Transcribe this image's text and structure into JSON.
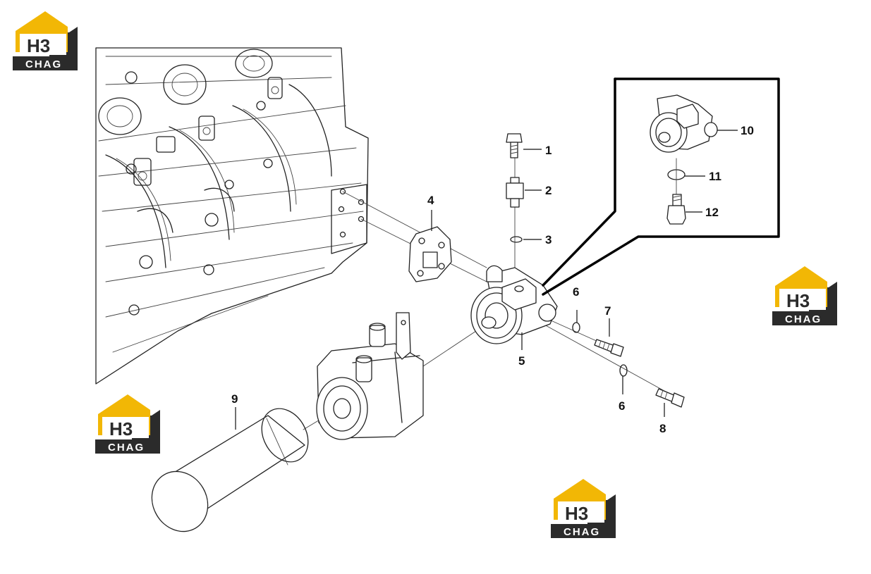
{
  "watermark": {
    "brand_main": "H3",
    "brand_sub": "CHAG",
    "colors": {
      "roof": "#f2b705",
      "frame": "#2b2b2b",
      "text_dark": "#2b2b2b",
      "text_light": "#ffffff"
    }
  },
  "parts": [
    {
      "id": "part-1",
      "label": "1"
    },
    {
      "id": "part-2",
      "label": "2"
    },
    {
      "id": "part-3",
      "label": "3"
    },
    {
      "id": "part-4",
      "label": "4"
    },
    {
      "id": "part-5",
      "label": "5"
    },
    {
      "id": "part-6a",
      "label": "6"
    },
    {
      "id": "part-6b",
      "label": "6"
    },
    {
      "id": "part-7",
      "label": "7"
    },
    {
      "id": "part-8",
      "label": "8"
    },
    {
      "id": "part-9",
      "label": "9"
    },
    {
      "id": "part-10",
      "label": "10"
    },
    {
      "id": "part-11",
      "label": "11"
    },
    {
      "id": "part-12",
      "label": "12"
    }
  ]
}
